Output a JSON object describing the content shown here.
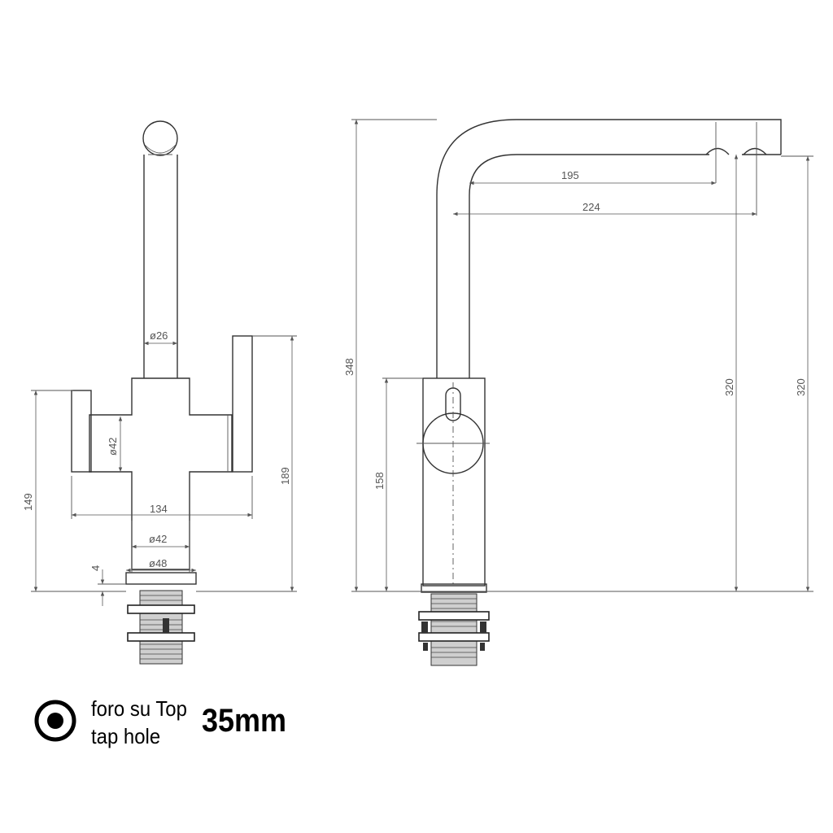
{
  "front_view": {
    "dims": {
      "spout_diameter": "ø26",
      "body_diameter": "ø42",
      "handle_span": "134",
      "base_diameter_42": "ø42",
      "base_diameter_48": "ø48",
      "base_thickness": "4",
      "height_149": "149",
      "height_189": "189"
    }
  },
  "side_view": {
    "dims": {
      "total_height": "348",
      "body_height": "158",
      "reach_195": "195",
      "reach_224": "224",
      "outlet_height_a": "320",
      "outlet_height_b": "320"
    }
  },
  "legend": {
    "icon": "target-circle-icon",
    "line1": "foro su Top",
    "line2": "tap hole",
    "hole_size": "35mm"
  }
}
